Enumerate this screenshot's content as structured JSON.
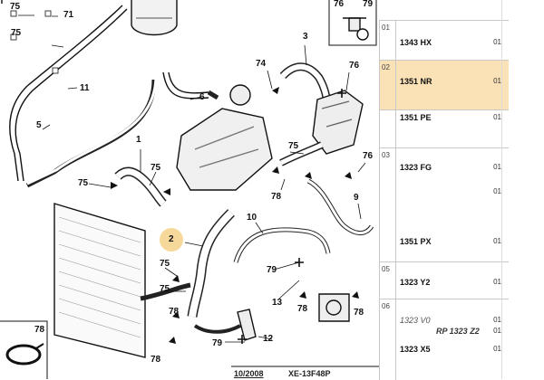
{
  "callouts": {
    "c5": "5",
    "c71": "71",
    "c11": "11",
    "c6": "6",
    "c3": "3",
    "c74": "74",
    "c76a": "76",
    "c76b": "76",
    "c1": "1",
    "c75a": "75",
    "c75b": "75",
    "c75c": "75",
    "c75d": "75",
    "c75e": "75",
    "c9": "9",
    "c78a": "78",
    "c78b": "78",
    "c78c": "78",
    "c78d": "78",
    "c2": "2",
    "c10": "10",
    "c79a": "79",
    "c79b": "79",
    "c13": "13",
    "c12": "12",
    "c78x": "78",
    "c76t": "76",
    "c79t": "79"
  },
  "stamp": {
    "left": "10/2008",
    "right": "XE-13F48P"
  },
  "parts": {
    "rows": [
      {
        "num": "01",
        "lines": [
          {
            "ref": "1343 HX",
            "qty": "01"
          }
        ]
      },
      {
        "num": "02",
        "lines": [
          {
            "ref": "1351 NR",
            "qty": "01"
          }
        ]
      },
      {
        "num": "",
        "lines": [
          {
            "ref": "1351 PE",
            "qty": "01"
          }
        ]
      },
      {
        "num": "03",
        "lines": [
          {
            "ref": "1323 FG",
            "qty": "01"
          },
          {
            "ref": "",
            "qty": "01"
          },
          {
            "ref": "1351 PX",
            "qty": "01"
          }
        ]
      },
      {
        "num": "05",
        "lines": [
          {
            "ref": "1323 Y2",
            "qty": "01"
          }
        ]
      },
      {
        "num": "06",
        "lines": [
          {
            "ref": "1323 V0",
            "qty": "01"
          },
          {
            "ref": "RP 1323 Z2",
            "qty": "01"
          },
          {
            "ref": "1323 X5",
            "qty": "01"
          }
        ]
      }
    ]
  }
}
